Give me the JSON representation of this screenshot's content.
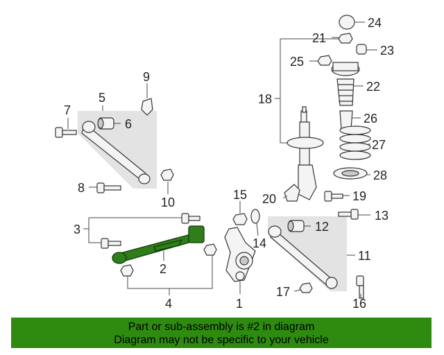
{
  "callouts": {
    "c1": "1",
    "c2": "2",
    "c3": "3",
    "c4": "4",
    "c5": "5",
    "c6": "6",
    "c7": "7",
    "c8": "8",
    "c9": "9",
    "c10": "10",
    "c11": "11",
    "c12": "12",
    "c13": "13",
    "c14": "14",
    "c15": "15",
    "c16": "16",
    "c17": "17",
    "c18": "18",
    "c19": "19",
    "c20": "20",
    "c21": "21",
    "c22": "22",
    "c23": "23",
    "c24": "24",
    "c25": "25",
    "c26": "26",
    "c27": "27",
    "c28": "28"
  },
  "banner": {
    "line1": "Part or sub-assembly is #2 in diagram",
    "line2": "Diagram may not be specific to your vehicle"
  },
  "colors": {
    "highlight": "#2f7d1b",
    "banner_bg": "#2e8b0f"
  }
}
